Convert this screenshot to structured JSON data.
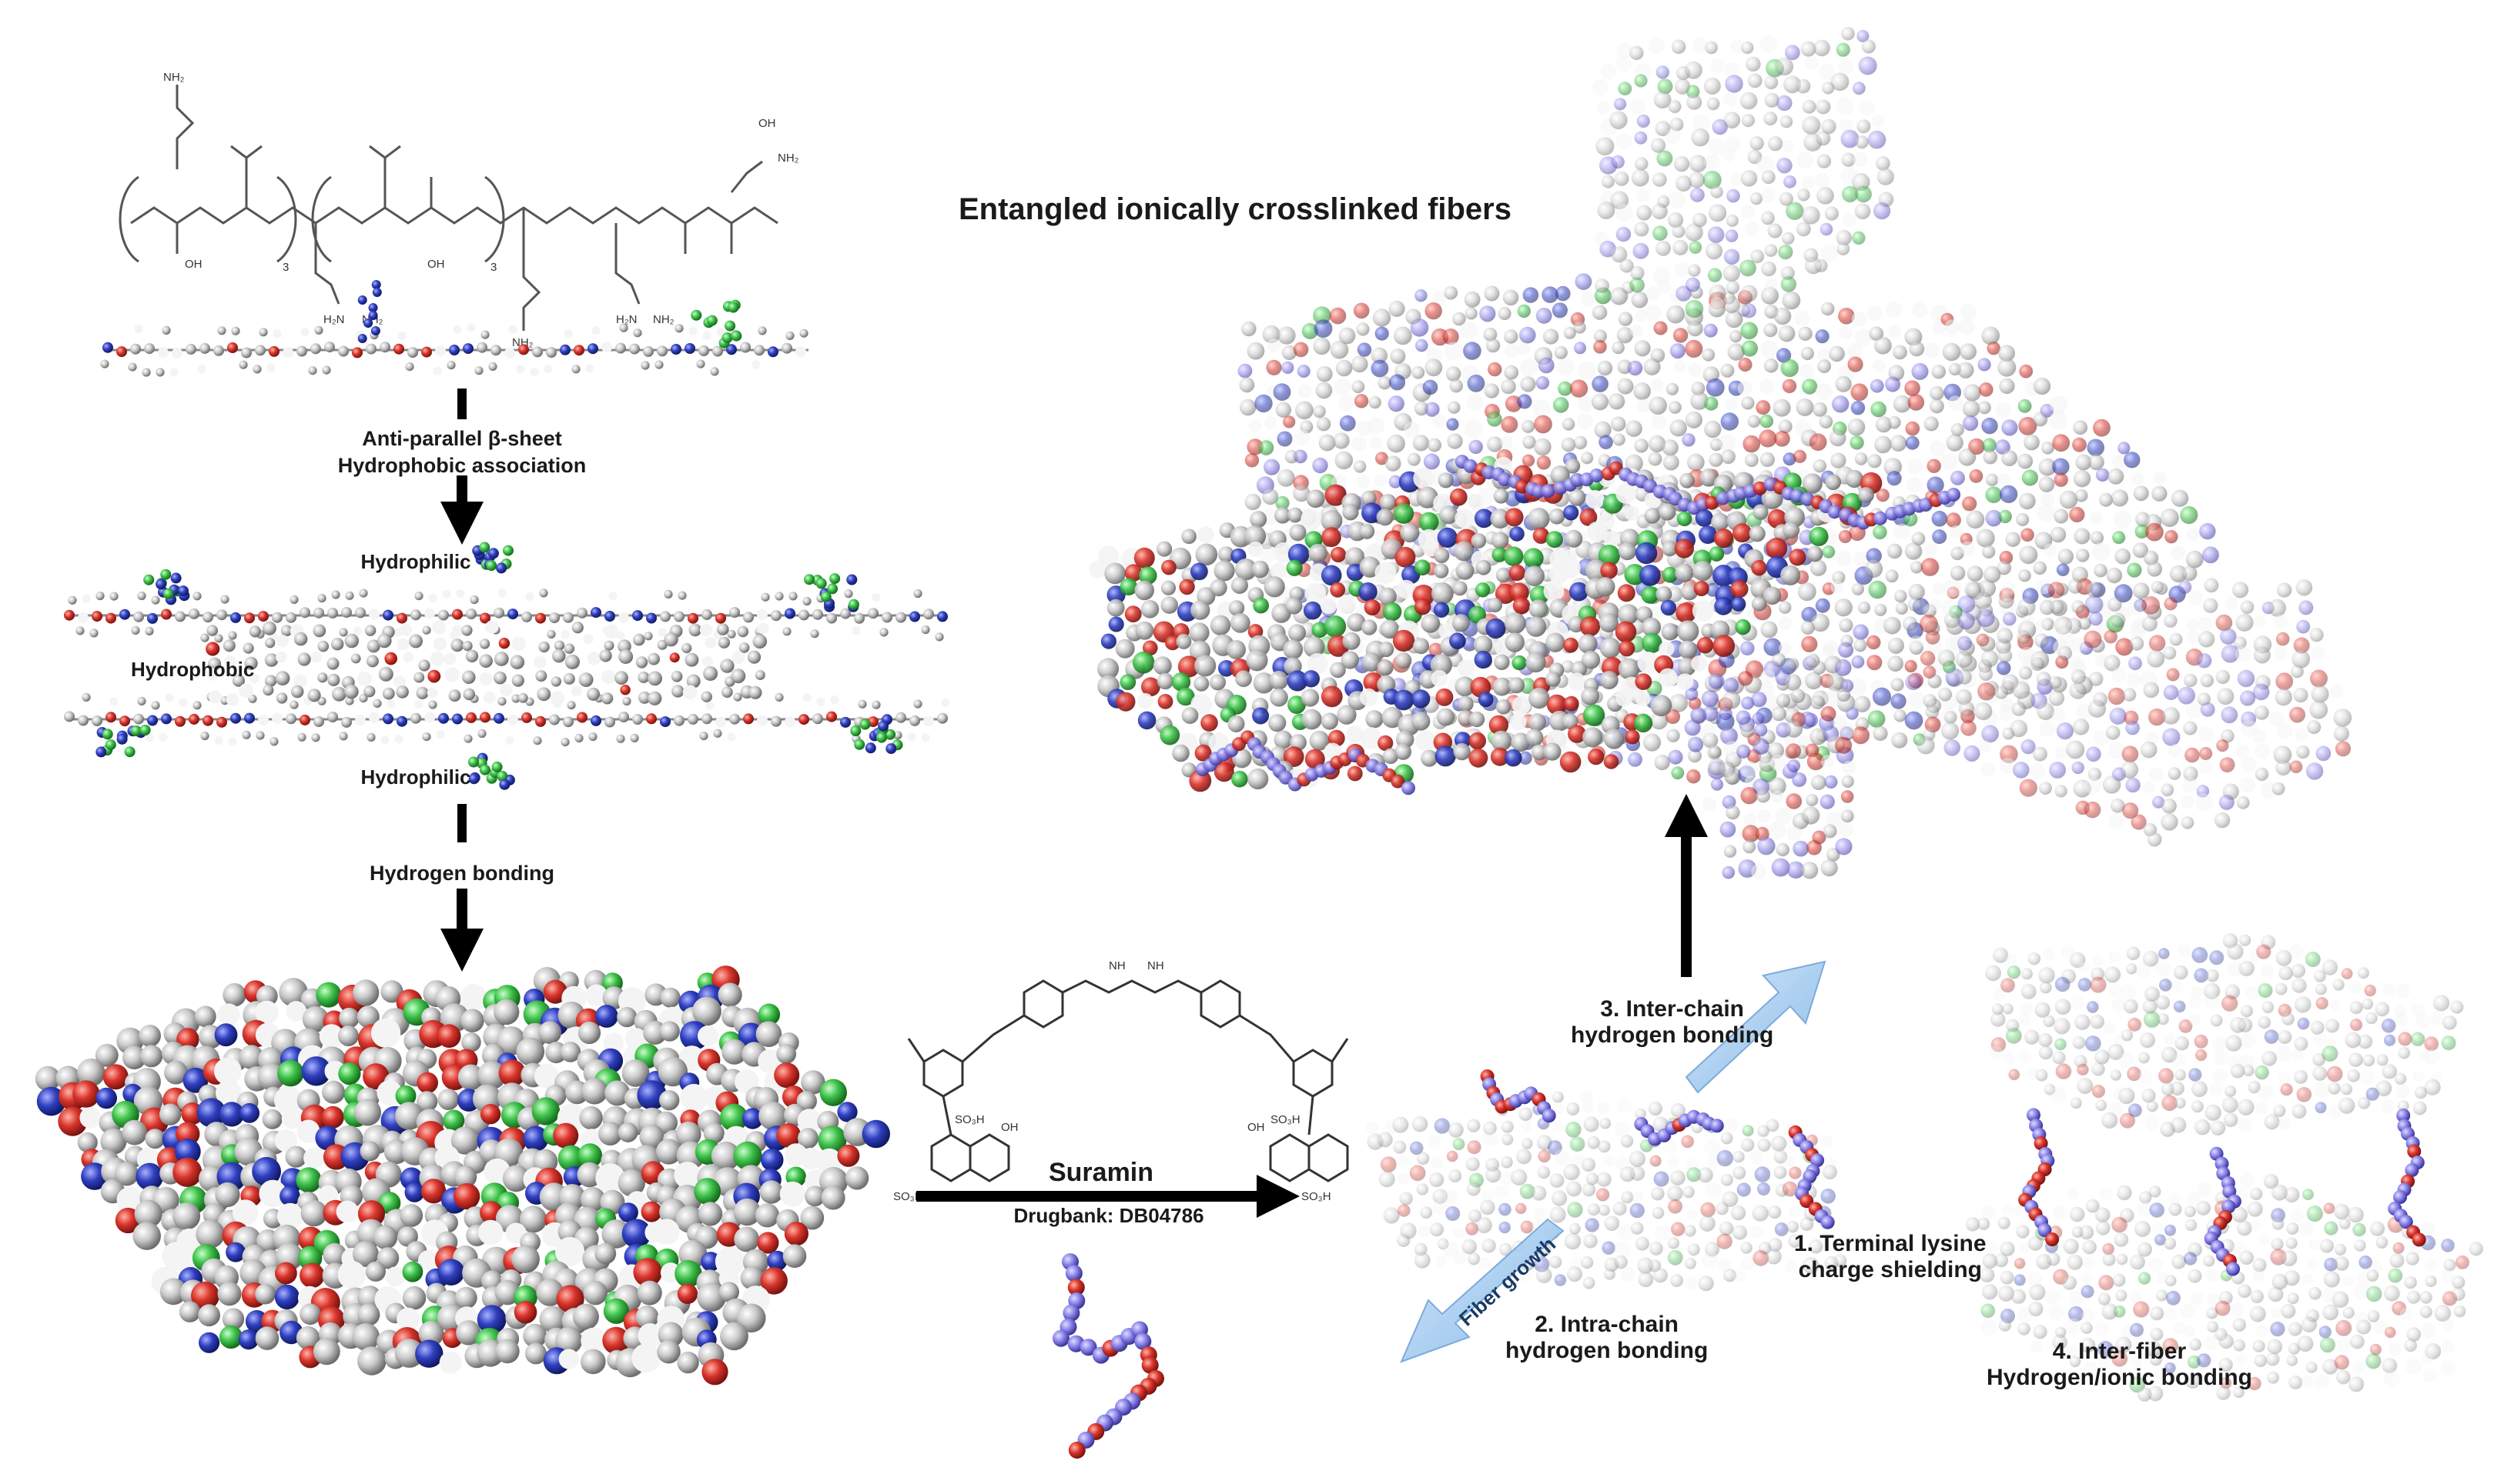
{
  "title": "Entangled ionically crosslinked fibers",
  "labels": {
    "anti_parallel": "Anti-parallel β-sheet",
    "hydrophobic_association": "Hydrophobic association",
    "hydrophilic_top": "Hydrophilic",
    "hydrophobic": "Hydrophobic",
    "hydrophilic_bottom": "Hydrophilic",
    "hydrogen_bonding": "Hydrogen bonding",
    "suramin": "Suramin",
    "drugbank": "Drugbank: DB04786",
    "inter_chain": "3. Inter-chain\nhydrogen bonding",
    "terminal_lysine": "1. Terminal lysine\ncharge shielding",
    "intra_chain": "2. Intra-chain\nhydrogen bonding",
    "inter_fiber": "4. Inter-fiber\nHydrogen/ionic bonding",
    "fiber_growth": "Fiber growth"
  },
  "chem": {
    "subscript_3": "3",
    "group_nh2": "NH₂",
    "group_oh": "OH",
    "group_nh": "NH",
    "group_so3h": "SO₃H",
    "group_hn": "H₂N"
  },
  "colors": {
    "carbon": "#c8c8c8",
    "oxygen": "#d9342b",
    "nitrogen": "#2f3fbf",
    "hydrogen": "#f2f2f2",
    "green": "#3ec14a",
    "purple": "#7a74e0",
    "arrow": "#000000",
    "blue_arrow": "#9ec9ee"
  }
}
